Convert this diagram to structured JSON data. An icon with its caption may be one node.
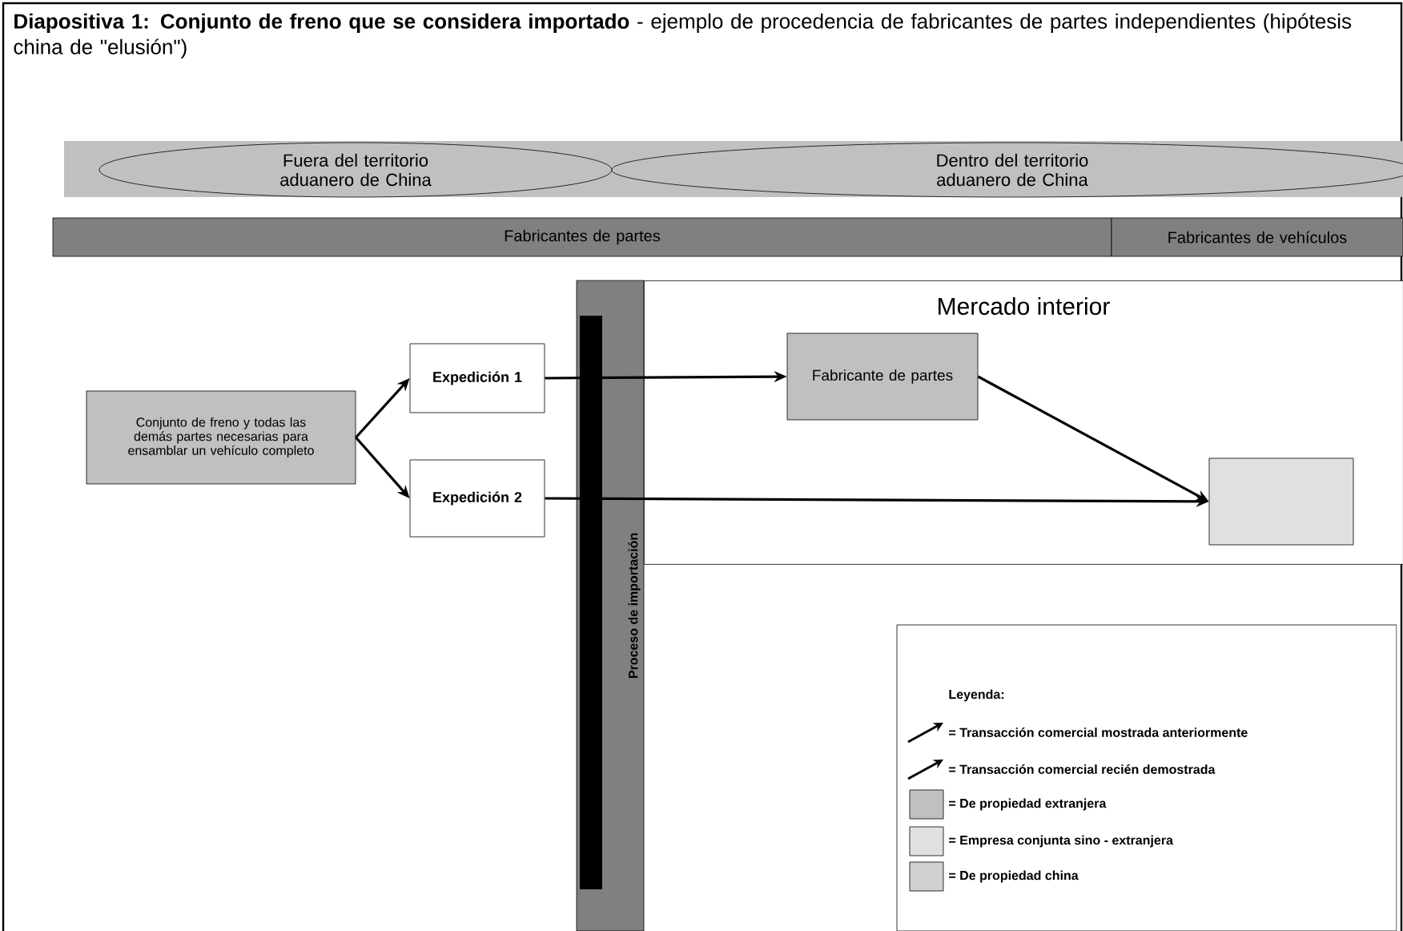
{
  "diagram": {
    "title": "**Diapositiva 1: Conjunto de freno que se considera importado** - ejemplo de procedencia de fabricantes de partes independientes (hipótesis china de \"elusión\")",
    "nodes": [
      {
        "text": [
          "Fuera del territorio aduanero de China"
        ]
      },
      {
        "text": [
          "Dentro del territorio aduanero de China"
        ]
      },
      {
        "text": [
          "Fabricantes de partes"
        ]
      },
      {
        "text": [
          "Fabricantes de vehículos"
        ]
      },
      {
        "text": [
          "Proceso de importación"
        ]
      },
      {
        "text": [
          "Mercado interior"
        ]
      },
      {
        "text": [
          "Conjunto de freno y todas las demás partes necesarias para ensamblar un vehículo completo"
        ]
      },
      {
        "text": [
          "Expedición 1"
        ]
      },
      {
        "text": [
          "Expedición 2"
        ]
      },
      {
        "text": [
          "Fabricante de partes"
        ],
        "in": 5
      },
      {
        "text": [],
        "shape": "box",
        "in": 5
      }
    ],
    "edges": [
      {
        "from": 6,
        "to": 7,
        "arrow": "to"
      },
      {
        "from": 6,
        "to": 8,
        "arrow": "to"
      },
      {
        "from": 7,
        "to": 9,
        "arrow": "to"
      },
      {
        "from": 9,
        "to": 10,
        "arrow": "to"
      },
      {
        "from": 8,
        "to": 10,
        "arrow": "to"
      }
    ],
    "labels": [
      "Leyenda:"
    ],
    "legend": [
      {
        "text": "= Transacción comercial mostrada anteriormente"
      },
      {
        "text": "= Transacción comercial recién demostrada"
      },
      {
        "text": "= De propiedad extranjera",
        "color": "#c0c0c0"
      },
      {
        "text": "= Empresa conjunta sino - extranjera",
        "color": "#e0e0e0"
      },
      {
        "text": "= De propiedad china",
        "color": "#d0d0d0"
      }
    ]
  }
}
